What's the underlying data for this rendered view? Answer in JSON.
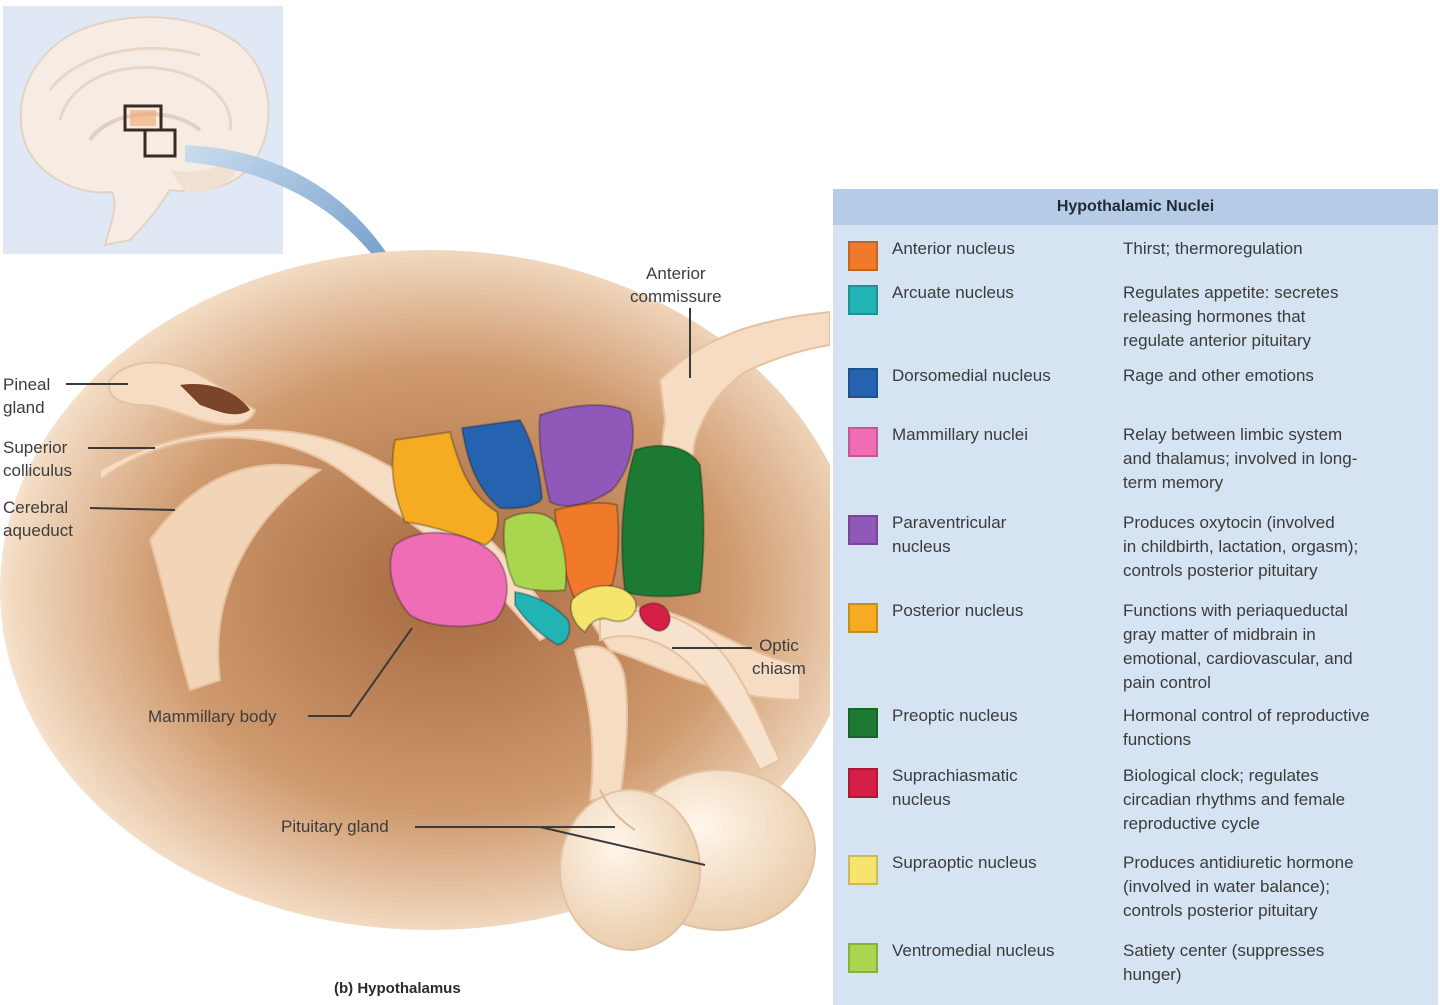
{
  "caption": "(b) Hypothalamus",
  "labels": {
    "pineal": [
      "Pineal",
      "gland"
    ],
    "superior": [
      "Superior",
      "colliculus"
    ],
    "cerebral": [
      "Cerebral",
      "aqueduct"
    ],
    "anterior_commissure": [
      "Anterior",
      "commissure"
    ],
    "optic": [
      "Optic",
      "chiasm"
    ],
    "mammillary_body": "Mammillary body",
    "pituitary": "Pituitary gland"
  },
  "legend": {
    "title": "Hypothalamic Nuclei",
    "rows": [
      {
        "name": [
          "Anterior nucleus"
        ],
        "function": [
          "Thirst; thermoregulation"
        ],
        "color": "#f07a2a"
      },
      {
        "name": [
          "Arcuate nucleus"
        ],
        "function": [
          "Regulates appetite: secretes",
          "releasing hormones that",
          "regulate anterior pituitary"
        ],
        "color": "#22b3b5"
      },
      {
        "name": [
          "Dorsomedial nucleus"
        ],
        "function": [
          "Rage and other emotions"
        ],
        "color": "#2563b0"
      },
      {
        "name": [
          "Mammillary nuclei"
        ],
        "function": [
          "Relay between limbic system",
          "and thalamus; involved in long-",
          "term memory"
        ],
        "color": "#ee6db5"
      },
      {
        "name": [
          "Paraventricular",
          "nucleus"
        ],
        "function": [
          "Produces oxytocin (involved",
          "in childbirth, lactation, orgasm);",
          "controls posterior pituitary"
        ],
        "color": "#8f58b9"
      },
      {
        "name": [
          "Posterior nucleus"
        ],
        "function": [
          "Functions with periaqueductal",
          "gray matter of midbrain in",
          "emotional, cardiovascular, and",
          "pain control"
        ],
        "color": "#f5ac22"
      },
      {
        "name": [
          "Preoptic nucleus"
        ],
        "function": [
          "Hormonal control of reproductive",
          "functions"
        ],
        "color": "#1c7a33"
      },
      {
        "name": [
          "Suprachiasmatic",
          "nucleus"
        ],
        "function": [
          "Biological clock; regulates",
          "circadian rhythms and female",
          "reproductive cycle"
        ],
        "color": "#d51f47"
      },
      {
        "name": [
          "Supraoptic nucleus"
        ],
        "function": [
          "Produces antidiuretic hormone",
          "(involved in water balance);",
          "controls posterior pituitary"
        ],
        "color": "#f6e56c"
      },
      {
        "name": [
          "Ventromedial nucleus"
        ],
        "function": [
          "Satiety center (suppresses",
          "hunger)"
        ],
        "color": "#a9d64e"
      }
    ]
  }
}
